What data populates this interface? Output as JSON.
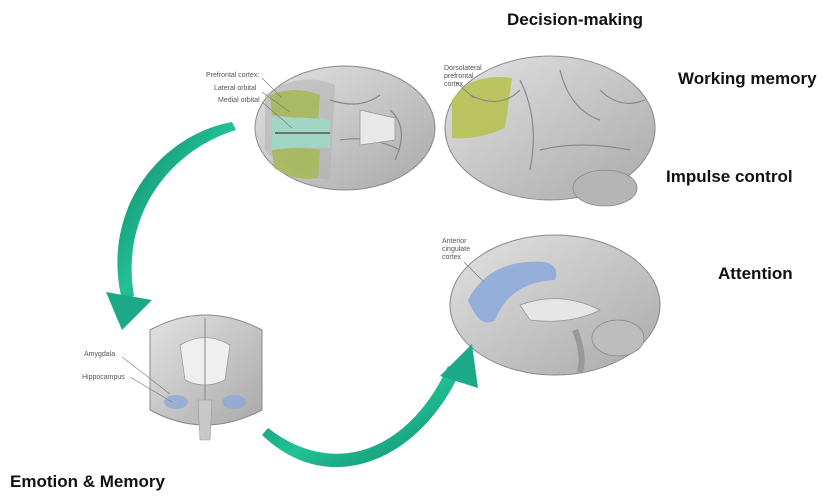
{
  "functions": {
    "decision": "Decision-making",
    "working_memory": "Working memory",
    "impulse": "Impulse control",
    "attention": "Attention",
    "emotion": "Emotion & Memory"
  },
  "annotations": {
    "prefrontal": "Prefrontal cortex:",
    "lateral_orbital": "Lateral orbital",
    "medial_orbital": "Medial orbital",
    "dlpfc_1": "Dorsolateral",
    "dlpfc_2": "prefrontal",
    "dlpfc_3": "cortex",
    "acc_1": "Anterior",
    "acc_2": "cingulate",
    "acc_3": "cortex",
    "amygdala": "Amygdala",
    "hippocampus": "Hippocampus"
  },
  "colors": {
    "arrow": "#19a983",
    "orbital_lateral": "#a7b85a",
    "orbital_medial": "#9fd6c4",
    "dlpfc": "#b7c254",
    "acc": "#8aa8da",
    "brain_gray": "#c9c9c9"
  }
}
